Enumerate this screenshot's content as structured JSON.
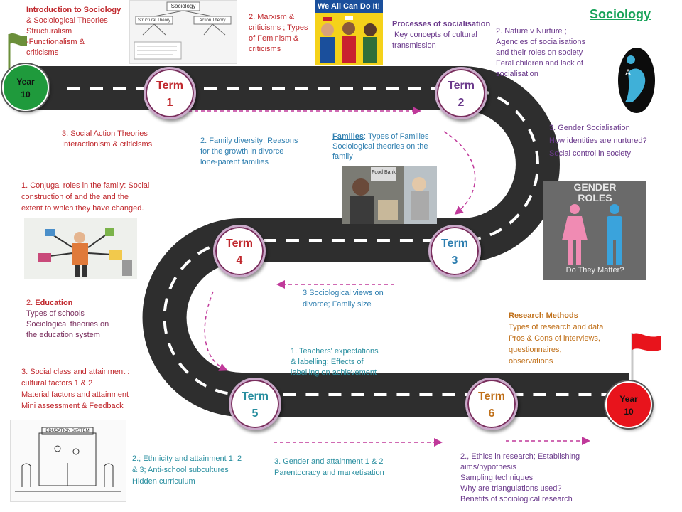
{
  "title": "Sociology",
  "start": {
    "line1": "Year",
    "line2": "10"
  },
  "end": {
    "line1": "Year",
    "line2": "10"
  },
  "terms": [
    {
      "label": "Term",
      "num": "1"
    },
    {
      "label": "Term",
      "num": "2"
    },
    {
      "label": "Term",
      "num": "3"
    },
    {
      "label": "Term",
      "num": "4"
    },
    {
      "label": "Term",
      "num": "5"
    },
    {
      "label": "Term",
      "num": "6"
    }
  ],
  "blocks": {
    "intro": [
      "Introduction to Sociology",
      "& Sociological Theories",
      "Structuralism",
      "-Functionalism &",
      "criticisms"
    ],
    "marxism": [
      "2. Marxism  &",
      "criticisms ; Types",
      "of Feminism  &",
      "criticisms"
    ],
    "processes": [
      "Processes of socialisation",
      "Key concepts of cultural",
      "transmission"
    ],
    "nature": [
      "2. Nature v Nurture ;",
      "Agencies of socialisations",
      "and  their roles on society",
      "Feral children and lack of",
      "socialisation"
    ],
    "social_action": [
      "3. Social Action Theories",
      "Interactionism & criticisms"
    ],
    "family_div": [
      "2. Family diversity; Reasons",
      "for the growth in divorce",
      "lone-parent families"
    ],
    "families": {
      "heading": "Families",
      "rest": ": Types of Families",
      "lines": [
        "Sociological theories on the",
        "family"
      ]
    },
    "gender_soc": [
      "3. Gender Socialisation",
      "How identities are nurtured?",
      "Social control in society"
    ],
    "conjugal": [
      "1. Conjugal roles in the family:  Social",
      "construction of and the and the",
      "extent to which they have changed."
    ],
    "divorce": [
      "3 Sociological views  on",
      "divorce; Family size"
    ],
    "education": {
      "heading": "Education",
      "prefix": "2. ",
      "lines": [
        "Types of schools",
        "Sociological theories on",
        "the education system"
      ]
    },
    "research": {
      "heading": "Research Methods",
      "lines": [
        "Types of research and data",
        "Pros & Cons of interviews,",
        "questionnaires,",
        "observations"
      ]
    },
    "teachers": [
      "1. Teachers' expectations",
      "& labelling; Effects of",
      "labelling on achievement"
    ],
    "social_class": [
      "3.  Social class and attainment :",
      "cultural  factors 1 & 2",
      "Material factors and attainment",
      "Mini  assessment & Feedback"
    ],
    "ethnicity": [
      "2.; Ethnicity and attainment 1, 2",
      "& 3; Anti-school subcultures",
      "Hidden curriculum"
    ],
    "gender_att": [
      "3. Gender and attainment 1 & 2",
      "Parentocracy and marketisation"
    ],
    "ethics": [
      "2., Ethics in research; Establishing",
      "aims/hypothesis",
      "Sampling techniques",
      "Why are triangulations used?",
      "Benefits of sociological research"
    ]
  },
  "images": {
    "diagram_title": "Sociology",
    "diagram_left": "Structural Theory",
    "diagram_right": "Action Theory",
    "poster": "We All Can Do It!",
    "gender1": "GENDER",
    "gender2": "ROLES",
    "gender3": "Do They Matter?",
    "food_bank": "Food Bank",
    "edu_sign": "EDUCATION SYSTEM"
  },
  "colors": {
    "road": "#333333",
    "start_circle": "#1f9a3c",
    "end_circle": "#e8141c",
    "flag_green": "#6b8f3a",
    "flag_red": "#e8141c",
    "arrow": "#c0399a"
  }
}
